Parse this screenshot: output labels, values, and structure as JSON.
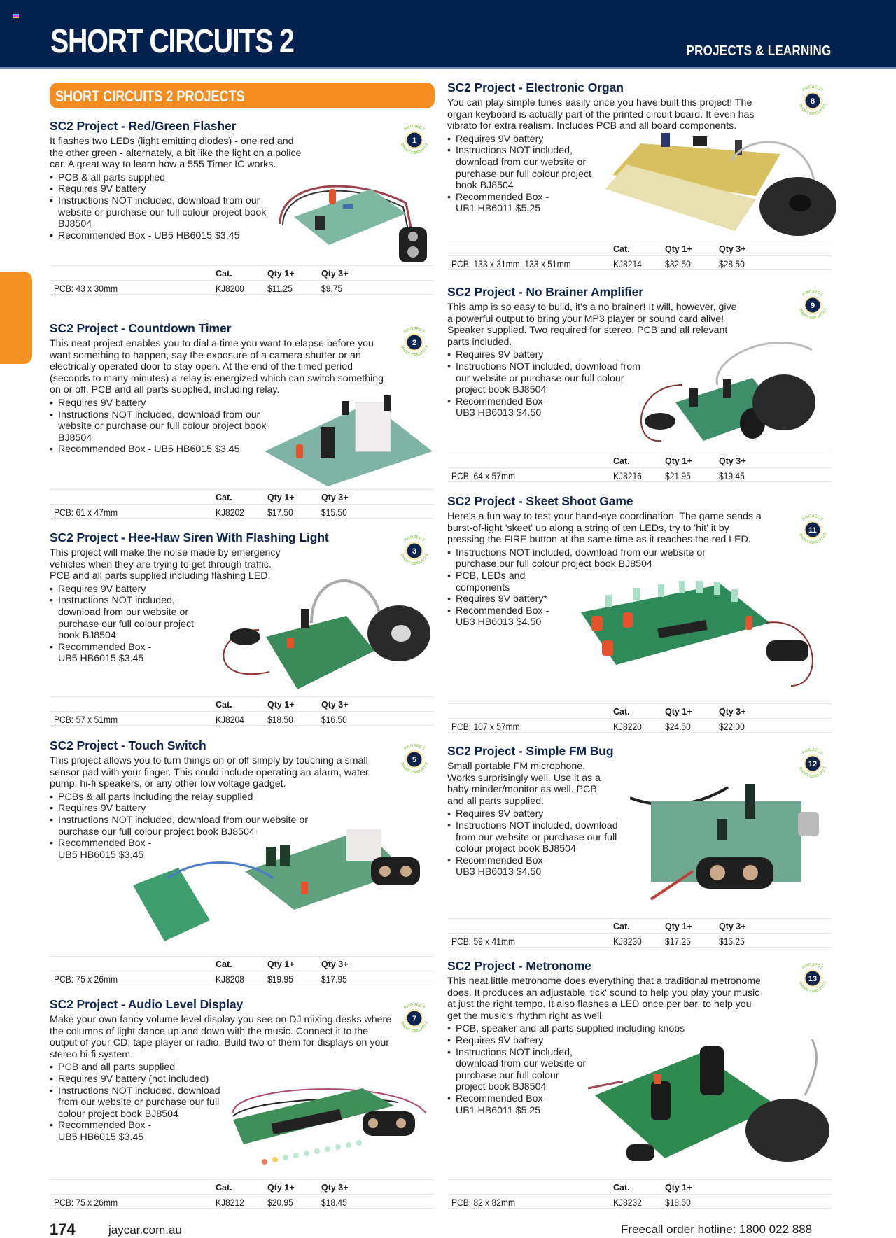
{
  "header": {
    "title": "SHORT CIRCUITS 2",
    "section": "PROJECTS & LEARNING",
    "flag_colors": [
      "#4fc3f7",
      "#e040fb",
      "#ffd600"
    ]
  },
  "banner": {
    "label": "SHORT CIRCUITS 2 PROJECTS"
  },
  "colors": {
    "navy": "#02214f",
    "orange": "#f68b1f",
    "heading": "#0d2450",
    "badge_ring": "#9ccc65"
  },
  "spec_headers": {
    "cat": "Cat.",
    "qty1": "Qty 1+",
    "qty3": "Qty 3+"
  },
  "badge_text": {
    "top": "PROJECT",
    "bottom": "SHORT CIRCUITS 2"
  },
  "products": [
    {
      "title": "SC2 Project - Red/Green Flasher",
      "badge": "1",
      "description": "It flashes two LEDs (light emitting diodes) - one red and the other green - alternately, a bit like the light on a police car. A great way to learn how a 555 Timer IC works.",
      "bullets": [
        "PCB & all parts supplied",
        "Requires 9V battery",
        "Instructions NOT included, download from our website or purchase our full colour project book BJ8504",
        "Recommended Box - UB5 HB6015 $3.45"
      ],
      "pcb": "PCB: 43 x 30mm",
      "cat": "KJ8200",
      "qty1": "$11.25",
      "qty3": "$9.75"
    },
    {
      "title": "SC2 Project - Countdown Timer",
      "badge": "2",
      "description": "This neat project enables you to dial a time you want to elapse before you want something to happen, say the exposure of a camera shutter or an electrically operated door to stay open. At the end of the timed period (seconds to many minutes) a relay is energized which can switch something on or off. PCB and all parts supplied, including relay.",
      "bullets": [
        "Requires 9V battery",
        "Instructions NOT included, download from our website or purchase our full colour project book BJ8504",
        "Recommended Box - UB5 HB6015 $3.45"
      ],
      "pcb": "PCB: 61 x 47mm",
      "cat": "KJ8202",
      "qty1": "$17.50",
      "qty3": "$15.50"
    },
    {
      "title": "SC2 Project - Hee-Haw Siren With Flashing Light",
      "badge": "3",
      "description": "This project will make the noise made by emergency vehicles when they are trying to get through traffic. PCB and all parts supplied including flashing LED.",
      "bullets": [
        "Requires 9V battery",
        "Instructions NOT included, download from our website or purchase our full colour project book BJ8504",
        "Recommended Box - UB5 HB6015 $3.45"
      ],
      "pcb": "PCB: 57 x 51mm",
      "cat": "KJ8204",
      "qty1": "$18.50",
      "qty3": "$16.50"
    },
    {
      "title": "SC2 Project - Touch Switch",
      "badge": "5",
      "description": "This project allows you to turn things on or off simply by touching a small sensor pad with your finger. This could include operating an alarm, water pump, hi-fi speakers, or any other low voltage gadget.",
      "bullets": [
        "PCBs & all parts including the relay supplied",
        "Requires 9V battery",
        "Instructions NOT included, download from our website or purchase our full colour project book BJ8504",
        "Recommended Box - UB5 HB6015 $3.45"
      ],
      "pcb": "PCB: 75 x 26mm",
      "cat": "KJ8208",
      "qty1": "$19.95",
      "qty3": "$17.95"
    },
    {
      "title": "SC2 Project - Audio Level Display",
      "badge": "7",
      "description": "Make your own fancy volume level display you see on DJ mixing desks where the columns of light dance up and down with the music. Connect it to the output of your CD, tape player or radio. Build two of them for displays on your stereo hi-fi system.",
      "bullets": [
        "PCB and all parts supplied",
        "Requires 9V battery (not included)",
        "Instructions NOT included, download from our website or purchase our full colour project book BJ8504",
        "Recommended Box - UB5 HB6015 $3.45"
      ],
      "pcb": "PCB: 75 x 26mm",
      "cat": "KJ8212",
      "qty1": "$20.95",
      "qty3": "$18.45"
    },
    {
      "title": "SC2 Project - Electronic Organ",
      "badge": "8",
      "description": "You can play simple tunes easily once you have built this project! The organ keyboard is actually part of the printed circuit board. It even has vibrato for extra realism. Includes PCB and all board components.",
      "bullets": [
        "Requires 9V battery",
        "Instructions NOT included, download from our website or purchase our full colour project book BJ8504",
        "Recommended Box - UB1 HB6011 $5.25"
      ],
      "pcb": "PCB: 133 x 31mm, 133 x 51mm",
      "cat": "KJ8214",
      "qty1": "$32.50",
      "qty3": "$28.50"
    },
    {
      "title": "SC2 Project - No Brainer Amplifier",
      "badge": "9",
      "description": "This amp is so easy to build, it's a no brainer! It will, however, give a powerful output to bring your MP3 player or sound card alive! Speaker supplied. Two required for stereo. PCB and all relevant parts included.",
      "bullets": [
        "Requires 9V battery",
        "Instructions NOT included, download from our website or purchase our full colour project book BJ8504",
        "Recommended Box - UB3 HB6013 $4.50"
      ],
      "pcb": "PCB: 64 x 57mm",
      "cat": "KJ8216",
      "qty1": "$21.95",
      "qty3": "$19.45"
    },
    {
      "title": "SC2 Project - Skeet Shoot Game",
      "badge": "11",
      "description": "Here's a fun way to test your hand-eye coordination. The game sends a burst-of-light 'skeet' up along a string of ten LEDs, try to 'hit' it by pressing the FIRE button at the same time as it reaches the red LED.",
      "bullets": [
        "Instructions NOT included, download from our website or purchase our full colour project book BJ8504",
        "PCB, LEDs and components",
        "Requires 9V battery*",
        "Recommended Box - UB3 HB6013 $4.50"
      ],
      "pcb": "PCB: 107 x 57mm",
      "cat": "KJ8220",
      "qty1": "$24.50",
      "qty3": "$22.00"
    },
    {
      "title": "SC2 Project - Simple FM Bug",
      "badge": "12",
      "description": "Small portable FM microphone. Works surprisingly well. Use it as a baby minder/monitor as well. PCB and all parts supplied.",
      "bullets": [
        "Requires 9V battery",
        "Instructions NOT included, download from our website or purchase our full colour project book BJ8504",
        "Recommended Box - UB3 HB6013 $4.50"
      ],
      "pcb": "PCB: 59 x 41mm",
      "cat": "KJ8230",
      "qty1": "$17.25",
      "qty3": "$15.25"
    },
    {
      "title": "SC2 Project - Metronome",
      "badge": "13",
      "description": "This neat little metronome does everything that a traditional metronome does. It produces an adjustable 'tick' sound to help you play your music at just the right tempo. It also flashes a LED once per bar, to help you get the music's rhythm right as well.",
      "bullets": [
        "PCB, speaker and all parts supplied including knobs",
        "Requires 9V battery",
        "Instructions NOT included, download from our website or purchase our full colour project book BJ8504",
        "Recommended Box - UB1 HB6011 $5.25"
      ],
      "pcb": "PCB: 82 x 82mm",
      "cat": "KJ8232",
      "qty1": "$18.50"
    }
  ],
  "footer": {
    "page_number": "174",
    "website": "jaycar.com.au",
    "hotline": "Freecall order hotline: 1800 022 888"
  }
}
